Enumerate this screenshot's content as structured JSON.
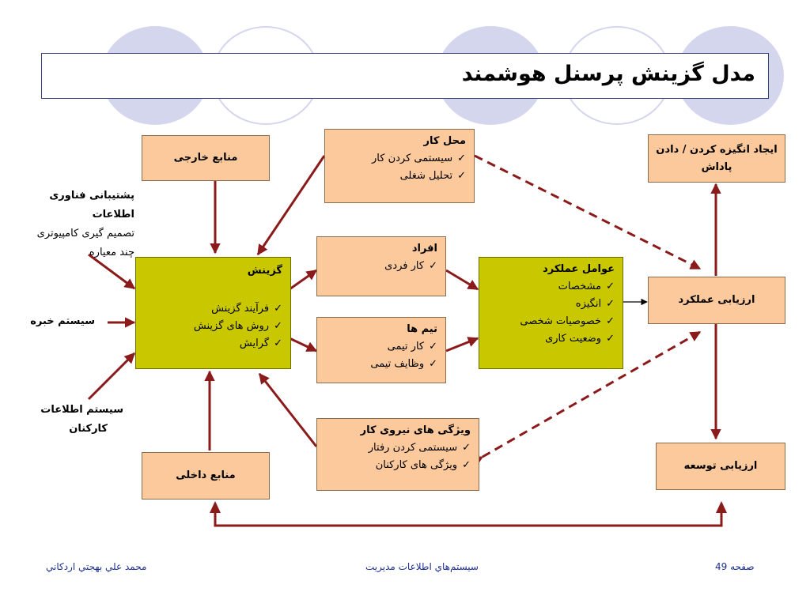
{
  "title": "مدل گزینش پرسنل هوشمند",
  "boxes": {
    "external": "منابع خارجی",
    "internal": "منابع داخلی",
    "selection": {
      "heading": "گزینش",
      "items": [
        "فرآیند گزینش",
        "روش های گزینش",
        "گرایش"
      ]
    },
    "workplace": {
      "heading": "محل کار",
      "items": [
        "سیستمی کردن کار",
        "تحلیل شغلی"
      ]
    },
    "individuals": {
      "heading": "افراد",
      "items": [
        "کار فردی"
      ]
    },
    "teams": {
      "heading": "تیم ها",
      "items": [
        "کار تیمی",
        "وظایف تیمی"
      ]
    },
    "performance_factors": {
      "heading": "عوامل عملکرد",
      "items": [
        "مشخصات",
        "انگیزه",
        "خصوصیات شخصی",
        "وضعیت کاری"
      ]
    },
    "workforce": {
      "heading": "ویژگی های نیروی کار",
      "items": [
        "سیستمی کردن رفتار",
        "ویژگی های کارکنان"
      ]
    },
    "motivation": "ایجاد انگیزه کردن / دادن پاداش",
    "performance_eval": "ارزیابی عملکرد",
    "development_eval": "ارزیابی توسعه"
  },
  "labels": {
    "it_support": {
      "bold": "پشتیبانی فناوری اطلاعات",
      "lines": [
        "تصمیم گیری کامپیوتری",
        "چند معیاره"
      ]
    },
    "expert_system": "سیستم خبره",
    "employee_info": [
      "سیستم اطلاعات",
      "کارکنان"
    ]
  },
  "checkmark": "✓",
  "footer": {
    "author": "محمد علي بهجتي اردكاني",
    "course": "سيستم‌هاي اطلاعات مديريت",
    "page": "صفحه 49"
  },
  "colors": {
    "arrow": "#8b1a1a",
    "box_fill": "#fcc99c",
    "box_green": "#c9c800",
    "decor": "#d4d6ee",
    "footer_text": "#1f2f8f"
  }
}
